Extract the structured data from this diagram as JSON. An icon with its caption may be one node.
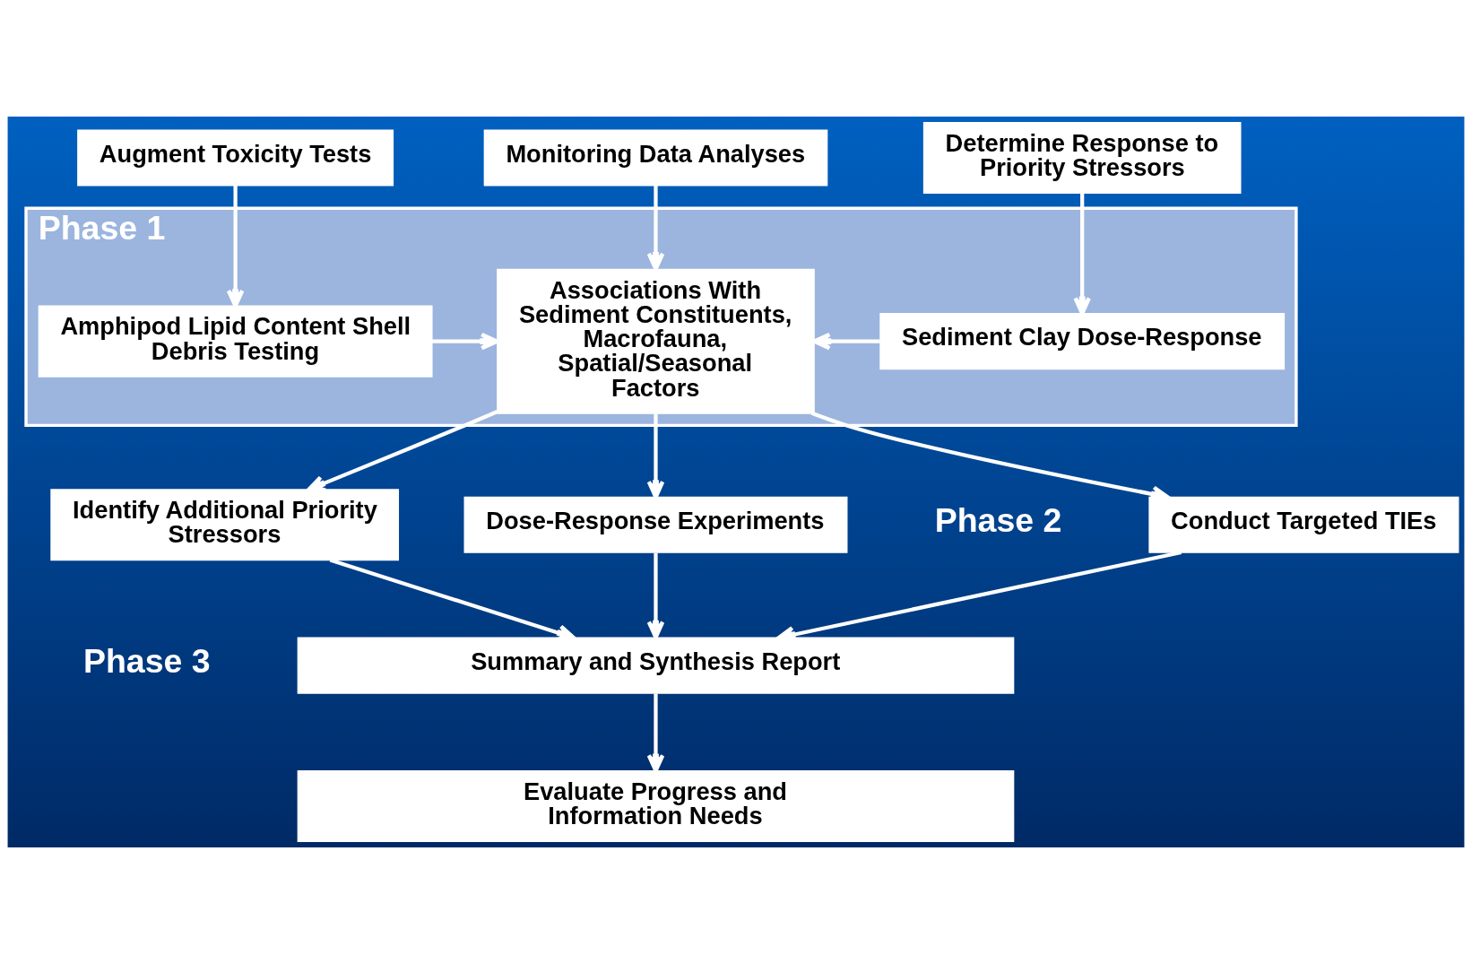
{
  "diagram": {
    "nodes": [
      {
        "text": [
          "Augment Toxicity Tests"
        ]
      },
      {
        "text": [
          "Monitoring Data Analyses"
        ]
      },
      {
        "text": [
          "Determine Response to Priority Stressors"
        ]
      },
      {
        "text": [
          "Phase 1"
        ]
      },
      {
        "text": [
          "Amphipod Lipid Content Shell Debris Testing"
        ],
        "in": 3
      },
      {
        "text": [
          "Associations With Sediment Constituents, Macrofauna, Spatial/Seasonal Factors"
        ],
        "in": 3
      },
      {
        "text": [
          "Sediment Clay Dose-Response"
        ],
        "in": 3
      },
      {
        "text": [
          "Conduct Targeted TIEs"
        ]
      },
      {
        "text": [
          "Identify Additional Priority Stressors"
        ]
      },
      {
        "text": [
          "Dose-Response Experiments"
        ]
      },
      {
        "text": [
          "Summary and Synthesis Report"
        ]
      },
      {
        "text": [
          "Evaluate Progress and Information Needs"
        ]
      }
    ],
    "edges": [
      {
        "from": 0,
        "to": 4,
        "arrow": "to"
      },
      {
        "from": 1,
        "to": 5,
        "arrow": "to"
      },
      {
        "from": 2,
        "to": 6,
        "arrow": "to"
      },
      {
        "from": 4,
        "to": 5,
        "arrow": "to"
      },
      {
        "from": 6,
        "to": 5,
        "arrow": "to"
      },
      {
        "from": 5,
        "to": 7,
        "arrow": "to"
      },
      {
        "from": 5,
        "to": 8,
        "arrow": "to"
      },
      {
        "from": 5,
        "to": 9,
        "arrow": "to"
      },
      {
        "from": 7,
        "to": 10,
        "arrow": "to"
      },
      {
        "from": 8,
        "to": 10,
        "arrow": "to"
      },
      {
        "from": 9,
        "to": 10,
        "arrow": "to"
      },
      {
        "from": 10,
        "to": 11,
        "arrow": "to"
      }
    ],
    "labels": [
      "Phase 2",
      "Phase 3"
    ]
  }
}
